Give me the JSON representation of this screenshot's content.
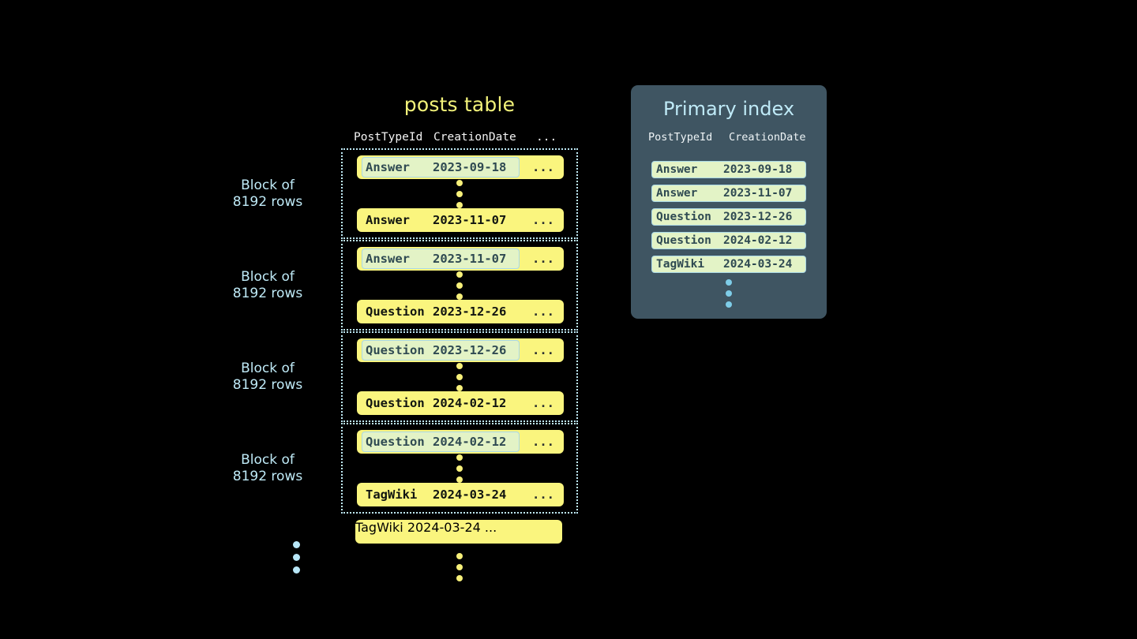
{
  "theme": {
    "background": "#000000",
    "row_yellow": "#faf57e",
    "mark_green": "#e3f3c6",
    "accent_blue": "#bfeaf7",
    "panel_slate": "#3f5562",
    "title_yellow": "#f2f27a",
    "dot_yellow": "#f7f07a",
    "dot_blue": "#7ecde8"
  },
  "posts_table": {
    "title": "posts table",
    "columns": [
      "PostTypeId",
      "CreationDate",
      "..."
    ],
    "block_label": "Block of\n8192 rows",
    "blocks": [
      {
        "label": "Block of\n8192 rows",
        "first_row": {
          "post_type_id": "Answer",
          "creation_date": "2023-09-18",
          "more": "...",
          "marked": true
        },
        "last_row": {
          "post_type_id": "Answer",
          "creation_date": "2023-11-07",
          "more": "...",
          "marked": false
        }
      },
      {
        "label": "Block of\n8192 rows",
        "first_row": {
          "post_type_id": "Answer",
          "creation_date": "2023-11-07",
          "more": "...",
          "marked": true
        },
        "last_row": {
          "post_type_id": "Question",
          "creation_date": "2023-12-26",
          "more": "...",
          "marked": false
        }
      },
      {
        "label": "Block of\n8192 rows",
        "first_row": {
          "post_type_id": "Question",
          "creation_date": "2023-12-26",
          "more": "...",
          "marked": true
        },
        "last_row": {
          "post_type_id": "Question",
          "creation_date": "2024-02-12",
          "more": "...",
          "marked": false
        }
      },
      {
        "label": "Block of\n8192 rows",
        "first_row": {
          "post_type_id": "Question",
          "creation_date": "2024-02-12",
          "more": "...",
          "marked": true
        },
        "last_row": {
          "post_type_id": "TagWiki",
          "creation_date": "2024-03-24",
          "more": "...",
          "marked": false
        }
      }
    ],
    "trailing_row": {
      "post_type_id": "TagWiki",
      "creation_date": "2024-03-24",
      "more": "...",
      "marked": true
    }
  },
  "primary_index": {
    "title": "Primary index",
    "columns": [
      "PostTypeId",
      "CreationDate"
    ],
    "marks": [
      {
        "post_type_id": "Answer",
        "creation_date": "2023-09-18"
      },
      {
        "post_type_id": "Answer",
        "creation_date": "2023-11-07"
      },
      {
        "post_type_id": "Question",
        "creation_date": "2023-12-26"
      },
      {
        "post_type_id": "Question",
        "creation_date": "2024-02-12"
      },
      {
        "post_type_id": "TagWiki",
        "creation_date": "2024-03-24"
      }
    ]
  }
}
